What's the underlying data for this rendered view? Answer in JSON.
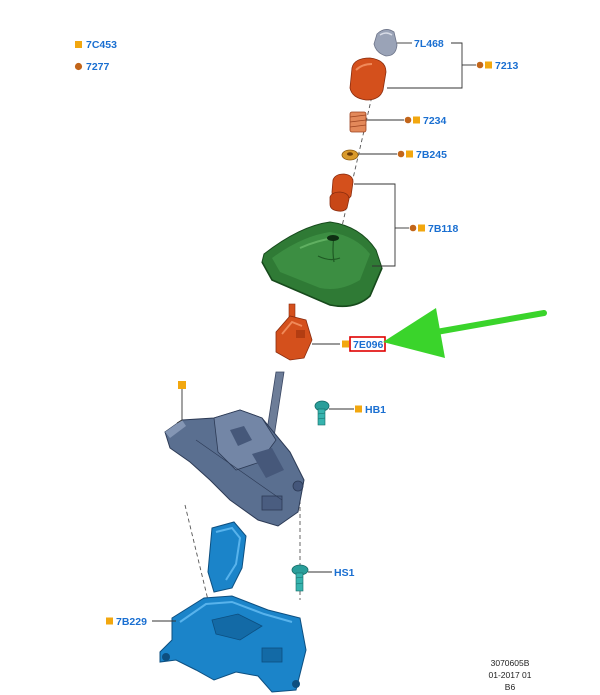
{
  "legend": [
    {
      "marker": "square",
      "color": "#f2a70f",
      "code": "7C453"
    },
    {
      "marker": "circle",
      "color": "#c2651a",
      "code": "7277"
    }
  ],
  "callouts": {
    "knob_insert": "7L468",
    "shift_knob": "7213",
    "spring": "7234",
    "nut": "7B245",
    "boot_retainer": "7B118",
    "shift_lever_component": "7E096",
    "bolt_upper": "HB1",
    "bolt_lower": "HS1",
    "bracket": "7B229"
  },
  "highlight": {
    "target": "7E096",
    "box_color": "#e00000",
    "arrow_color": "#3ad42b"
  },
  "reference": {
    "line1": "3070605B",
    "line2": "01-2017 01",
    "line3": "B6"
  },
  "colors": {
    "label_blue": "#1a6fd1",
    "marker_square": "#f2a70f",
    "marker_circle": "#c2651a",
    "part_orange": "#d4501c",
    "boot_green": "#2f7a35",
    "housing_slate": "#5a6f90",
    "bracket_blue": "#1b84c9",
    "bolt_teal": "#2a9e9a"
  }
}
